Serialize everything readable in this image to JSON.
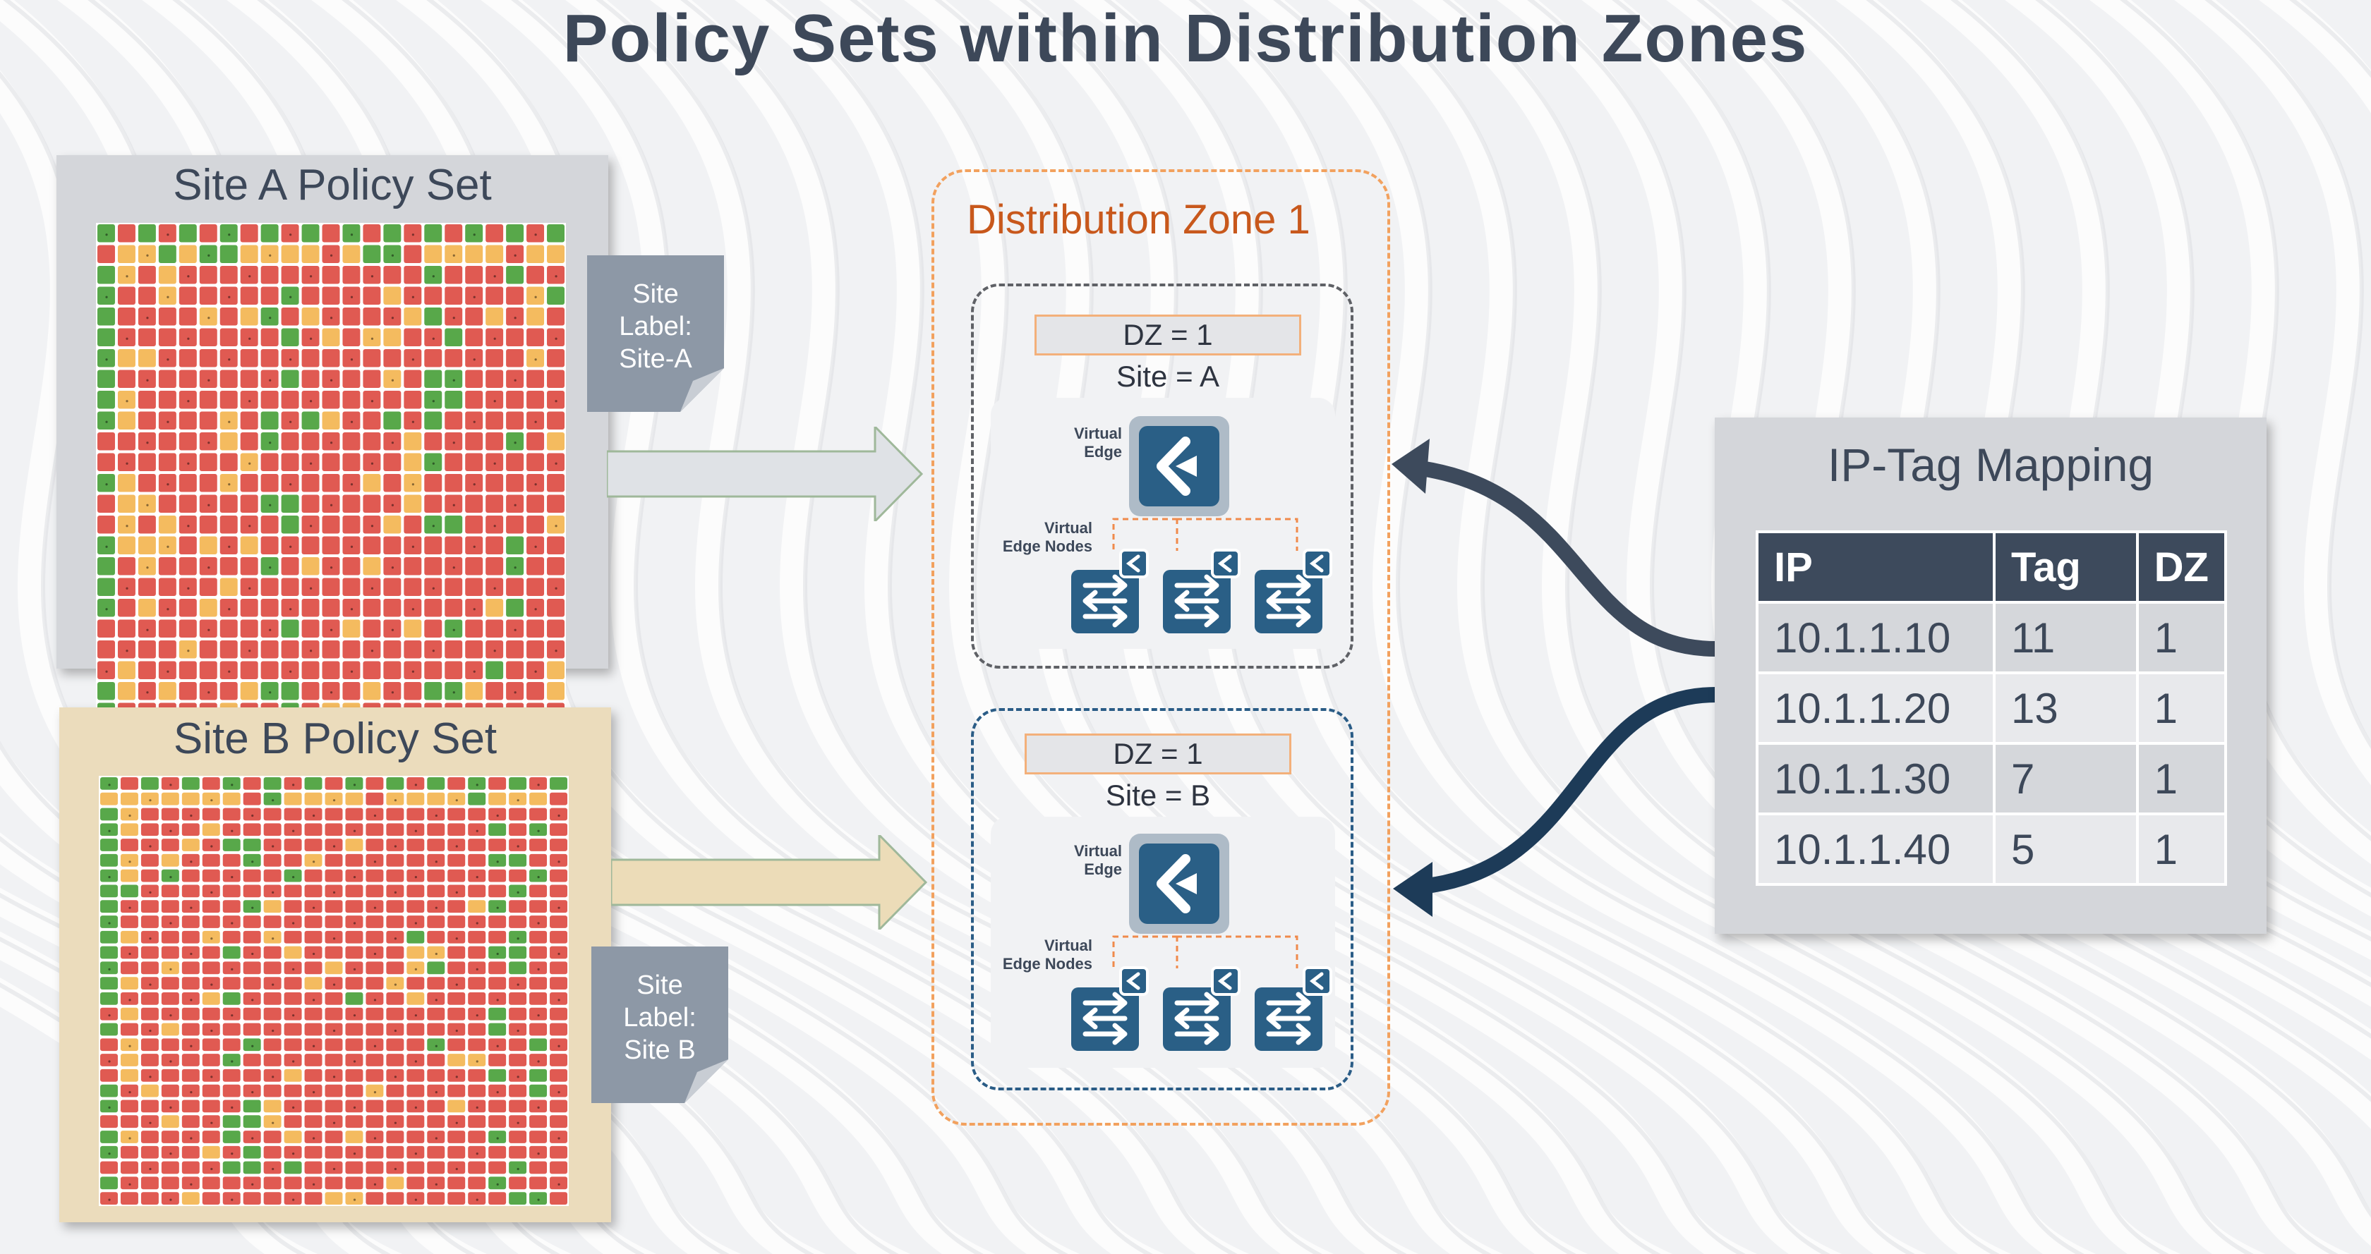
{
  "title": "Policy Sets within Distribution Zones",
  "site_a": {
    "panel_title": "Site A Policy Set",
    "label_lines": [
      "Site",
      "Label:",
      "Site-A"
    ]
  },
  "site_b": {
    "panel_title": "Site B Policy Set",
    "label_lines": [
      "Site",
      "Label:",
      "Site B"
    ]
  },
  "distribution_zone": {
    "title": "Distribution Zone 1",
    "groups": [
      {
        "dz_label": "DZ = 1",
        "site_label": "Site = A",
        "virtual_edge_label": [
          "Virtual",
          "Edge"
        ],
        "virtual_edge_nodes_label": [
          "Virtual",
          "Edge Nodes"
        ]
      },
      {
        "dz_label": "DZ = 1",
        "site_label": "Site = B",
        "virtual_edge_label": [
          "Virtual",
          "Edge"
        ],
        "virtual_edge_nodes_label": [
          "Virtual",
          "Edge Nodes"
        ]
      }
    ]
  },
  "ip_tag_mapping": {
    "title": "IP-Tag Mapping",
    "columns": [
      "IP",
      "Tag",
      "DZ"
    ],
    "rows": [
      [
        "10.1.1.10",
        "11",
        "1"
      ],
      [
        "10.1.1.20",
        "13",
        "1"
      ],
      [
        "10.1.1.30",
        "7",
        "1"
      ],
      [
        "10.1.1.40",
        "5",
        "1"
      ]
    ]
  },
  "colors": {
    "title_text": "#3d4859",
    "panel_a_bg": "#d4d6da",
    "panel_b_bg": "#ebdcbc",
    "cell_red": "#e05a52",
    "cell_yellow": "#f4bb5f",
    "cell_green": "#58a84a",
    "sticky": "#8d98a6",
    "dz_border": "#f2a15e",
    "dz_title": "#c8581c",
    "group_a_border": "#5f6166",
    "group_b_border": "#2a5c86",
    "icon_blue": "#2a5f86",
    "table_header": "#3d4a5c",
    "arrow_dark": "#3d4a5c",
    "arrow_navy": "#1d3b58"
  },
  "icons": [
    "virtual-edge-icon",
    "virtual-edge-node-icon",
    "switch-arrows-icon"
  ]
}
